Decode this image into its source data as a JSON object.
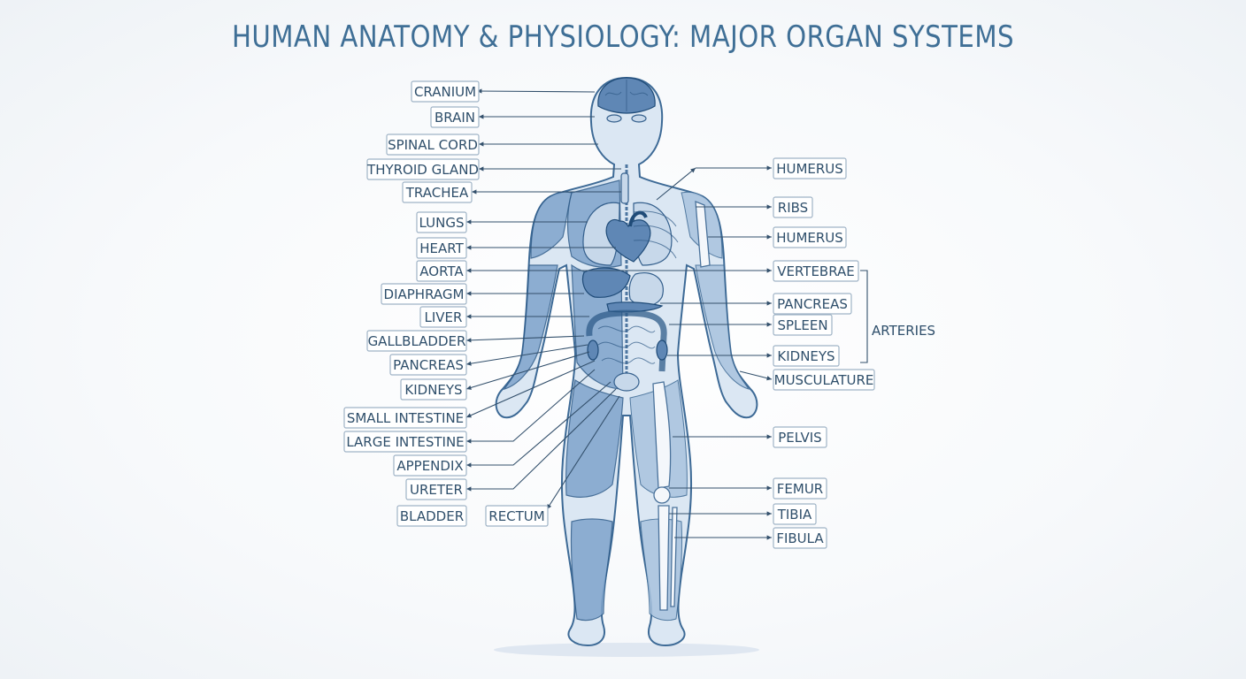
{
  "title": "HUMAN ANATOMY & PHYSIOLOGY: MAJOR ORGAN SYSTEMS",
  "left_labels": [
    "CRANIUM",
    "BRAIN",
    "SPINAL CORD",
    "THYROID GLAND",
    "TRACHEA",
    "LUNGS",
    "HEART",
    "AORTA",
    "DIAPHRAGM",
    "LIVER",
    "GALLBLADDER",
    "PANCREAS",
    "KIDNEYS",
    "SMALL INTESTINE",
    "LARGE INTESTINE",
    "APPENDIX",
    "URETER",
    "BLADDER",
    "RECTUM"
  ],
  "right_labels": [
    "HUMERUS",
    "RIBS",
    "HUMERUS",
    "VERTEBRAE",
    "PANCREAS",
    "SPLEEN",
    "KIDNEYS",
    "MUSCULATURE",
    "PELVIS",
    "FEMUR",
    "TIBIA",
    "FIBULA"
  ],
  "group_label": "ARTERIES",
  "colors": {
    "title": "#3f6f96",
    "label_text": "#2f4f6b",
    "label_border": "#9fb3c6",
    "figure_dark": "#2f5c8a",
    "figure_light": "#dbe7f3"
  }
}
